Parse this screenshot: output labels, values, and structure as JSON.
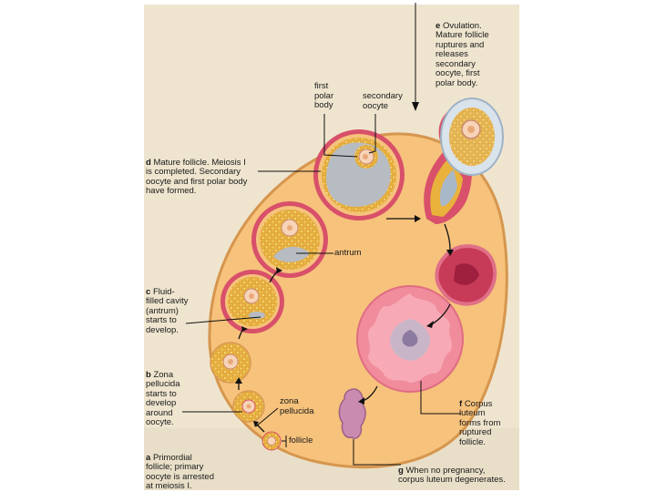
{
  "labels": {
    "e": {
      "letter": "e",
      "text": "Ovulation.\nMature follicle\nruptures and\nreleases\nsecondary\noocyte, first\npolar body."
    },
    "first_polar_body": "first\npolar\nbody",
    "secondary_oocyte": "secondary\noocyte",
    "d": {
      "letter": "d",
      "text": "Mature follicle. Meiosis I\nis completed. Secondary\noocyte and first polar body\nhave formed."
    },
    "antrum": "antrum",
    "c": {
      "letter": "c",
      "text": "Fluid-\nfilled cavity\n(antrum)\nstarts to\ndevelop."
    },
    "b": {
      "letter": "b",
      "text": "Zona\npellucida\nstarts to\ndevelop\naround\noocyte."
    },
    "zona_pellucida": "zona\npellucida",
    "follicle": "follicle",
    "a": {
      "letter": "a",
      "text": "Primordial\nfollicle; primary\noocyte is arrested\nat meiosis I."
    },
    "f": {
      "letter": "f",
      "text": "Corpus\nluteum\nforms from\nruptured\nfollicle."
    },
    "g": {
      "letter": "g",
      "text": "When no pregnancy,\ncorpus luteum degenerates."
    }
  },
  "colors": {
    "ovary_fill": "#f6c27c",
    "ovary_edge": "#d99a55",
    "follicle_ring": "#d8506a",
    "granulosa": "#e9b23c",
    "antrum": "#b7bcc3",
    "oocyte": "#f7d4b8",
    "corpus_luteum": "#f08c9c",
    "corpus_albicans": "#c98bb0",
    "paper": "#efe5cf"
  }
}
